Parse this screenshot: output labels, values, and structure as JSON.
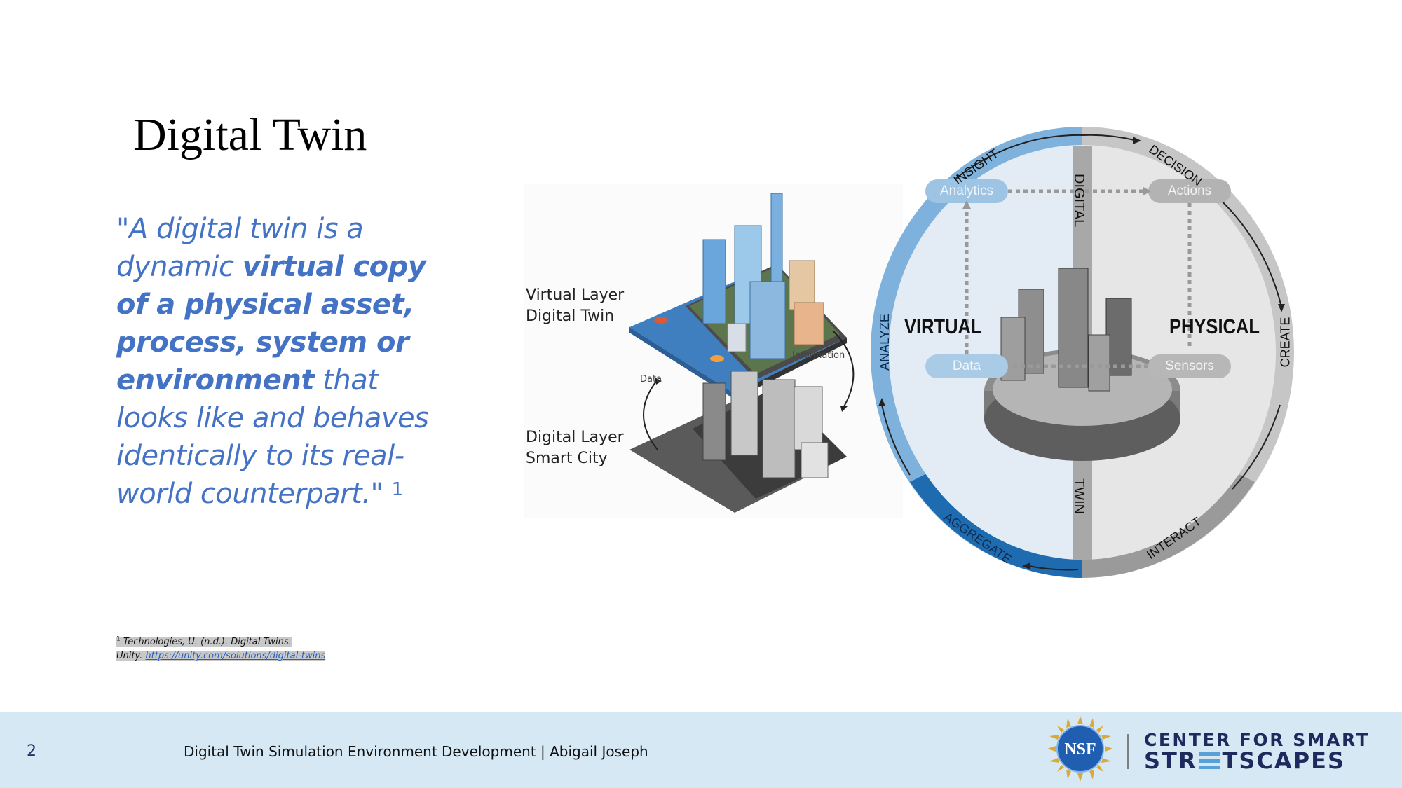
{
  "slide": {
    "title": "Digital Twin",
    "quote": {
      "part1": "\"A digital twin is a dynamic ",
      "bold": "virtual copy of a physical asset, process, system or environment",
      "part2": " that looks like and behaves identically to its real-world counterpart.\"",
      "footnote_marker": "1"
    },
    "footnote": {
      "marker": "1",
      "line1": "Technologies, U. (n.d.). Digital Twins.",
      "line2_prefix": "Unity. ",
      "link": "https://unity.com/solutions/digital-twins"
    },
    "colors": {
      "quote_blue": "#4472C4",
      "footer_bg": "#d6e8f4",
      "brand_navy": "#1d2a5e",
      "brand_light_blue": "#5aa0d8"
    }
  },
  "figure_layers": {
    "virtual_layer": [
      "Virtual Layer",
      "Digital Twin"
    ],
    "digital_layer": [
      "Digital Layer",
      "Smart City"
    ],
    "arrow_left_label": "Data",
    "arrow_right_label": "Information"
  },
  "figure_cycle": {
    "ring_labels": [
      "INSIGHT",
      "DECISION",
      "CREATE",
      "INTERACT",
      "AGGREGATE",
      "ANALYZE"
    ],
    "center_top": "DIGITAL",
    "center_bottom": "TWIN",
    "left_side": "VIRTUAL",
    "right_side": "PHYSICAL",
    "nodes": {
      "analytics": "Analytics",
      "actions": "Actions",
      "data": "Data",
      "sensors": "Sensors"
    }
  },
  "footer": {
    "page_number": "2",
    "text": "Digital Twin Simulation Environment Development | Abigail Joseph",
    "nsf_logo_text": "NSF",
    "brand_line1": "CENTER FOR SMART",
    "brand_line2_a": "STR",
    "brand_line2_b": "TSCAPES"
  }
}
